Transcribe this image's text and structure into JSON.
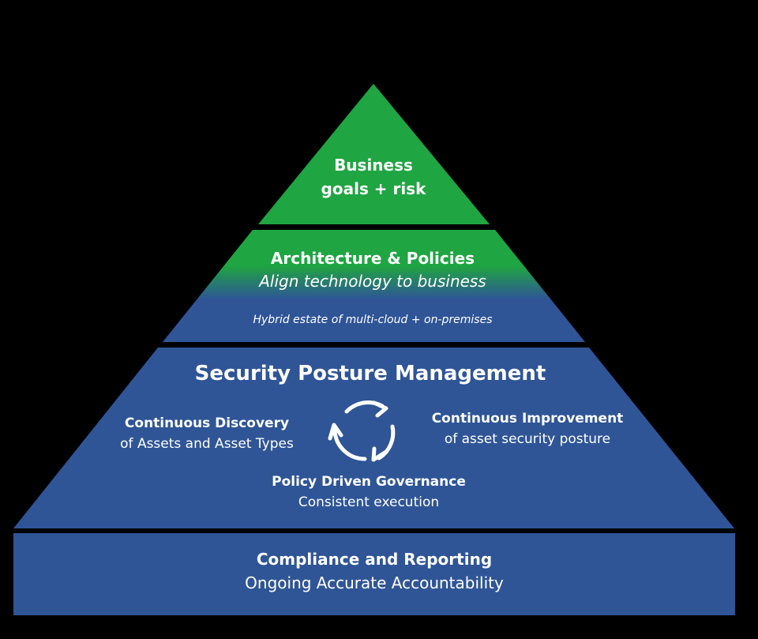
{
  "pyramid": {
    "tier1": {
      "line1": "Business",
      "line2": "goals + risk",
      "color": "#1fa542"
    },
    "tier2": {
      "title": "Architecture & Policies",
      "subtitle": "Align technology to business",
      "note": "Hybrid estate of multi-cloud + on-premises",
      "color_top": "#1fa542",
      "color_bottom": "#2f5597"
    },
    "tier3": {
      "title": "Security Posture Management",
      "discovery": {
        "title": "Continuous Discovery",
        "subtitle": "of Assets and Asset Types"
      },
      "improvement": {
        "title": "Continuous Improvement",
        "subtitle": "of asset security posture"
      },
      "governance": {
        "title": "Policy Driven Governance",
        "subtitle": "Consistent execution"
      },
      "cycle_icon": "refresh-cycle-icon",
      "color": "#2f5597"
    },
    "base": {
      "title": "Compliance and Reporting",
      "subtitle": "Ongoing Accurate Accountability",
      "color": "#2f5597"
    }
  }
}
